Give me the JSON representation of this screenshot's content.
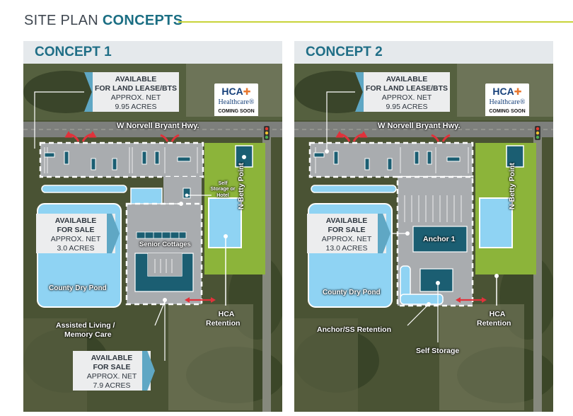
{
  "page": {
    "title_light": "SITE PLAN ",
    "title_bold": "CONCEPTS"
  },
  "colors": {
    "teal_dark": "#1b5e72",
    "blue_light": "#8fd3f3",
    "green": "#8cb43a",
    "accent_rule": "#c8d43a",
    "arrow_red": "#e0323b"
  },
  "concept1": {
    "heading": "CONCEPT 1",
    "land_lease": {
      "l1": "AVAILABLE",
      "l2": "FOR LAND LEASE/BTS",
      "l3": "APPROX. NET",
      "l4": "9.95 ACRES"
    },
    "logo": {
      "brand": "HCA",
      "sub": "Healthcare",
      "tm": "®",
      "status": "COMING SOON"
    },
    "road": "W Norvell Bryant Hwy.",
    "side_road": "N Betty Point",
    "storage_label": "Self Storage or Hotel",
    "sale_a": {
      "l1": "AVAILABLE",
      "l2": "FOR SALE",
      "l3": "APPROX. NET",
      "l4": "3.0 ACRES"
    },
    "pond": "County Dry Pond",
    "cottages": "Senior Cottages",
    "assisted": "Assisted Living /",
    "memory": "Memory Care",
    "retention_1": "HCA",
    "retention_2": "Retention",
    "sale_b": {
      "l1": "AVAILABLE",
      "l2": "FOR SALE",
      "l3": "APPROX. NET",
      "l4": "7.9 ACRES"
    }
  },
  "concept2": {
    "heading": "CONCEPT 2",
    "land_lease": {
      "l1": "AVAILABLE",
      "l2": "FOR LAND LEASE/BTS",
      "l3": "APPROX. NET",
      "l4": "9.95 ACRES"
    },
    "logo": {
      "brand": "HCA",
      "sub": "Healthcare",
      "tm": "®",
      "status": "COMING SOON"
    },
    "road": "W Norvell Bryant Hwy.",
    "side_road": "N Betty Point",
    "sale_a": {
      "l1": "AVAILABLE",
      "l2": "FOR SALE",
      "l3": "APPROX. NET",
      "l4": "13.0 ACRES"
    },
    "anchor": "Anchor 1",
    "pond": "County Dry Pond",
    "anchor_retention": "Anchor/SS Retention",
    "self_storage": "Self Storage",
    "retention_1": "HCA",
    "retention_2": "Retention"
  }
}
